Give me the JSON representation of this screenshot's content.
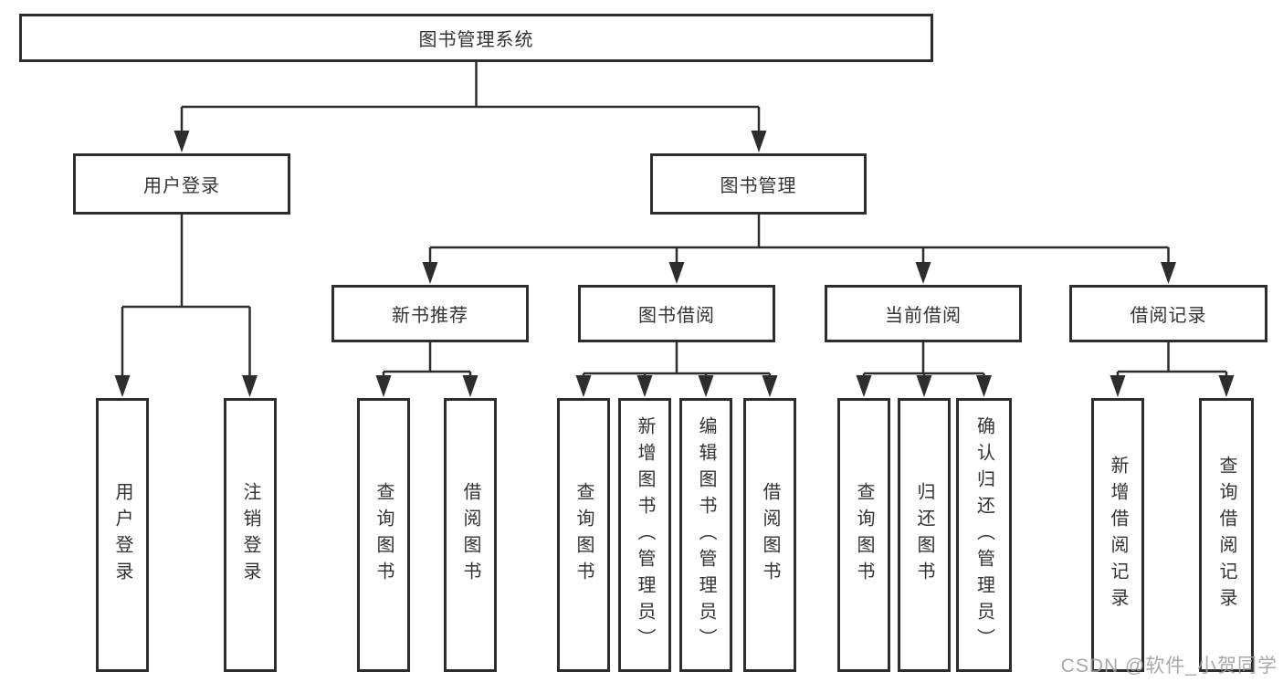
{
  "diagram": {
    "root": {
      "label": "图书管理系统"
    },
    "user_branch": {
      "label": "用户登录",
      "children": [
        "用户登录",
        "注销登录"
      ]
    },
    "mgmt_branch": {
      "label": "图书管理",
      "modules": [
        {
          "label": "新书推荐",
          "children": [
            "查询图书",
            "借阅图书"
          ]
        },
        {
          "label": "图书借阅",
          "children": [
            "查询图书",
            "新增图书（管理员）",
            "编辑图书（管理员）",
            "借阅图书"
          ]
        },
        {
          "label": "当前借阅",
          "children": [
            "查询图书",
            "归还图书",
            "确认归还（管理员）"
          ]
        },
        {
          "label": "借阅记录",
          "children": [
            "新增借阅记录",
            "查询借阅记录"
          ]
        }
      ]
    }
  },
  "watermark": {
    "text": "CSDN @软件_小贺同学"
  },
  "colors": {
    "line": "#2d2d2d",
    "text": "#333333",
    "watermark": "#9e9e9e",
    "background": "#ffffff"
  }
}
